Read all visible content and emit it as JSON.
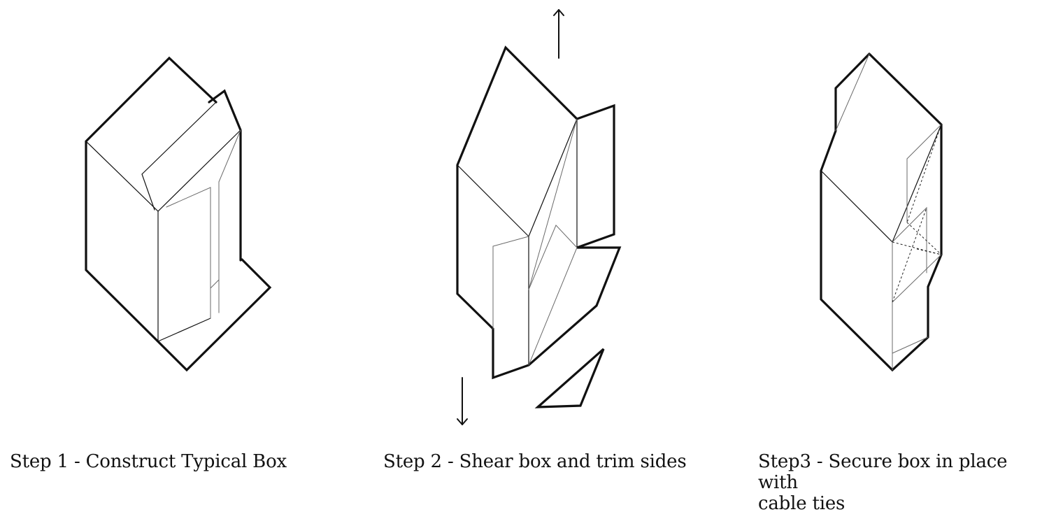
{
  "steps": [
    {
      "caption": "Step 1 - Construct Typical Box"
    },
    {
      "caption": "Step 2 - Shear box and trim sides"
    },
    {
      "caption": "Step3 - Secure box in place with\ncable ties"
    }
  ],
  "icons": {
    "up": "arrow-up-icon",
    "down": "arrow-down-icon"
  },
  "colors": {
    "line": "#111111",
    "background": "#ffffff"
  }
}
